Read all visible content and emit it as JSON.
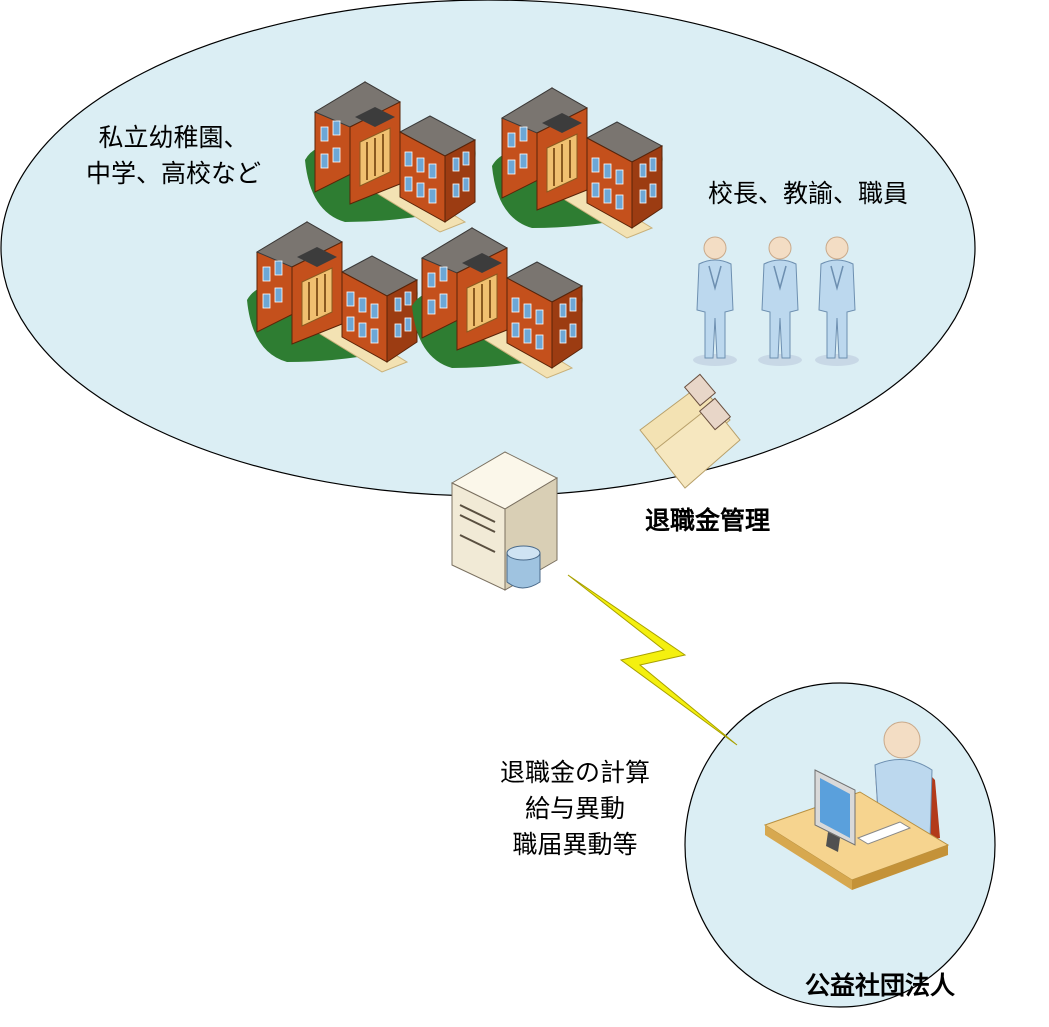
{
  "colors": {
    "ellipse_fill": "#dbeef4",
    "ellipse_stroke": "#000000",
    "bolt_fill": "#f4f00f",
    "building_brick": "#c4501c",
    "building_roof": "#7a7570",
    "lawn": "#2e7d32",
    "person": "#bcd8ee",
    "server_body": "#f1ead6",
    "desk_top": "#f6d48f"
  },
  "icons": {
    "school": "school-building-icon",
    "staff": "person-icon",
    "documents": "document-stack-icon",
    "server": "database-server-icon",
    "link": "lightning-bolt-icon",
    "operator": "desk-worker-icon"
  },
  "labels": {
    "schools": [
      "私立幼稚園、",
      "中学、高校など"
    ],
    "staff": "校長、教諭、職員",
    "system": "退職金管理",
    "tasks": [
      "退職金の計算",
      "給与異動",
      "職届異動等"
    ],
    "organization": "公益社団法人"
  }
}
